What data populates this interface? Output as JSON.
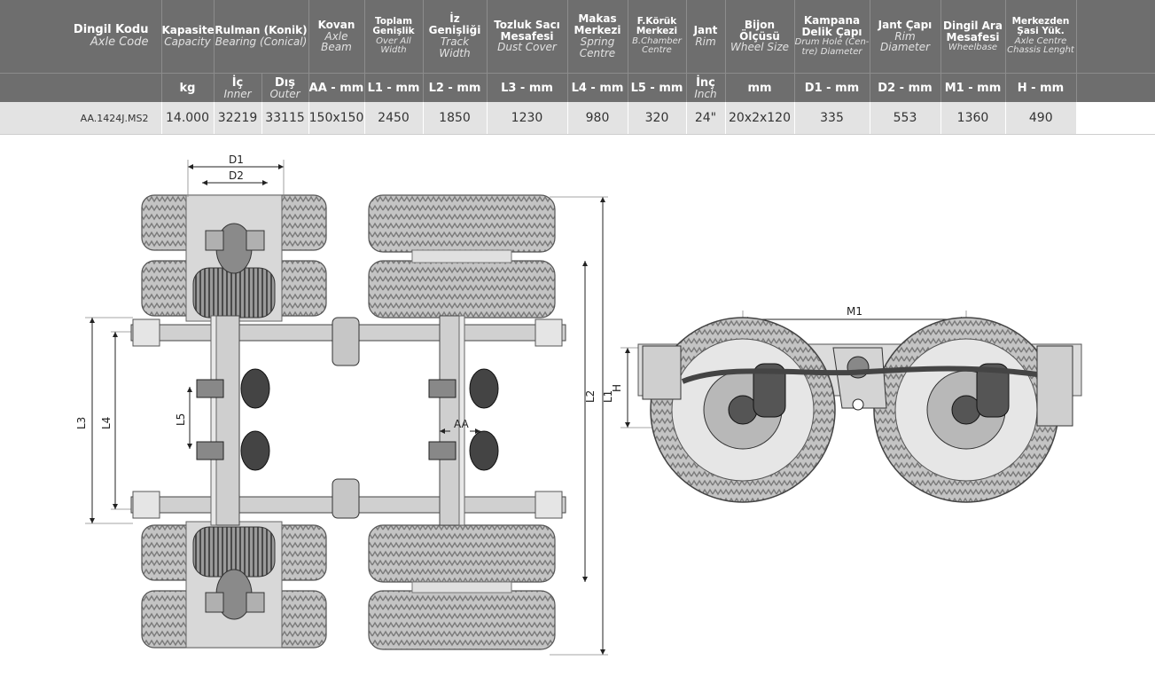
{
  "table": {
    "headers": {
      "axle_code": {
        "tr": "Dingil Kodu",
        "en": "Axle Code"
      },
      "capacity": {
        "tr": "Kapasite",
        "en": "Capacity"
      },
      "bearing": {
        "tr": "Rulman (Konik)",
        "en": "Bearing (Conical)"
      },
      "beam": {
        "tr": "Kovan",
        "en1": "Axle",
        "en2": "Beam"
      },
      "overall": {
        "tr1": "Toplam",
        "tr2": "Genişlik",
        "en1": "Over All",
        "en2": "Width"
      },
      "track": {
        "tr": "İz Genişliği",
        "en": "Track Width"
      },
      "dust": {
        "tr1": "Tozluk Sacı",
        "tr2": "Mesafesi",
        "en": "Dust Cover"
      },
      "spring": {
        "tr1": "Makas",
        "tr2": "Merkezi",
        "en1": "Spring",
        "en2": "Centre"
      },
      "chamber": {
        "tr1": "F.Körük",
        "tr2": "Merkezi",
        "en1": "B.Chamber",
        "en2": "Centre"
      },
      "rim": {
        "tr": "Jant",
        "en": "Rim"
      },
      "wheel": {
        "tr1": "Bijon",
        "tr2": "Ölçüsü",
        "en": "Wheel Size"
      },
      "drum": {
        "tr1": "Kampana",
        "tr2": "Delik Çapı",
        "en1": "Drum Hole (Cen-",
        "en2": "tre) Diameter"
      },
      "rimdia": {
        "tr": "Jant Çapı",
        "en": "Rim Diameter"
      },
      "wheelbase": {
        "tr1": "Dingil Ara",
        "tr2": "Mesafesi",
        "en": "Wheelbase"
      },
      "chassis": {
        "tr1": "Merkezden",
        "tr2": "Şasi Yük.",
        "en1": "Axle Centre",
        "en2": "Chassis Lenght"
      }
    },
    "units": {
      "capacity": "kg",
      "inner_tr": "İç",
      "inner_en": "Inner",
      "outer_tr": "Dış",
      "outer_en": "Outer",
      "beam": "AA - mm",
      "overall": "L1 - mm",
      "track": "L2 - mm",
      "dust": "L3 - mm",
      "spring": "L4 - mm",
      "chamber": "L5 - mm",
      "rim_tr": "İnç",
      "rim_en": "Inch",
      "wheel": "mm",
      "drum": "D1 - mm",
      "rimdia": "D2 - mm",
      "wheelbase": "M1 - mm",
      "chassis": "H - mm"
    },
    "row": {
      "code": "AA.1424J.MS2",
      "capacity": "14.000",
      "inner": "32219",
      "outer": "33115",
      "beam": "150x150",
      "overall": "2450",
      "track": "1850",
      "dust": "1230",
      "spring": "980",
      "chamber": "320",
      "rim": "24\"",
      "wheel": "20x2x120",
      "drum": "335",
      "rimdia": "553",
      "wheelbase": "1360",
      "chassis": "490"
    }
  },
  "drawing": {
    "labels": {
      "d1": "D1",
      "d2": "D2",
      "l1": "L1",
      "l2": "L2",
      "l3": "L3",
      "l4": "L4",
      "l5": "L5",
      "aa": "AA",
      "h": "H",
      "m1": "M1"
    }
  },
  "colors": {
    "header_bg": "#6e6e6e",
    "data_row_bg": "#e3e3e3",
    "tire": "#bdbdbd"
  }
}
